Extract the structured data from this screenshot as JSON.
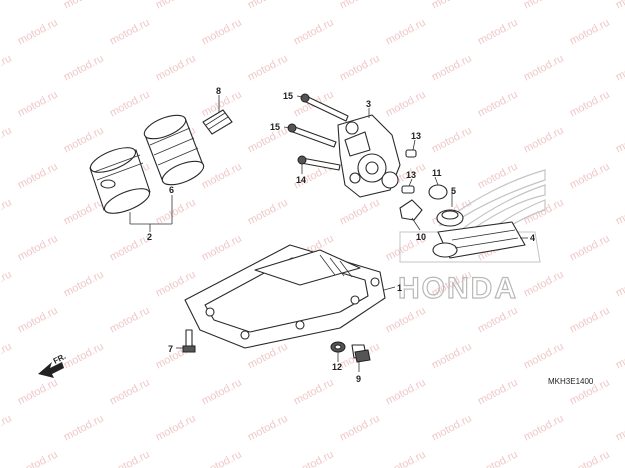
{
  "watermark": "motod.ru",
  "callouts": [
    "1",
    "2",
    "3",
    "4",
    "5",
    "6",
    "7",
    "8",
    "9",
    "10",
    "11",
    "12",
    "13",
    "13",
    "14",
    "15",
    "15"
  ],
  "front_label": "FR.",
  "logo_text": "HONDA",
  "diagram_code": "MKH3E1400",
  "colors": {
    "watermark": "#f0c8c8",
    "logo": "#b8b8b8",
    "line": "#2a2a2a"
  }
}
